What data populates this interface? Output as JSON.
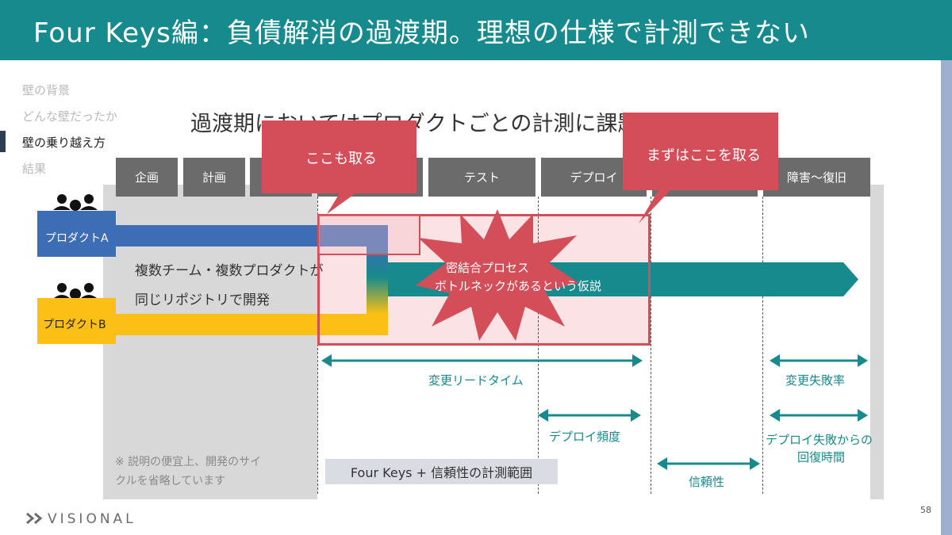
{
  "header": {
    "title": "Four Keys編：負債解消の過渡期。理想の仕様で計測できない"
  },
  "toc": {
    "items": [
      {
        "label": "壁の背景"
      },
      {
        "label": "どんな壁だったか"
      },
      {
        "label": "壁の乗り越え方",
        "active": true
      },
      {
        "label": "結果"
      }
    ]
  },
  "subtitle": "過渡期においてはプロダクトごとの計測に課題がある",
  "phases": [
    "企画",
    "計画",
    "",
    "",
    "テスト",
    "デプロイ",
    "",
    "障害〜復旧"
  ],
  "products": {
    "a": "プロダクトA",
    "b": "プロダクトB"
  },
  "team_text": {
    "line1": "複数チーム・複数プロダクトが",
    "line2": "同じリポジトリで開発"
  },
  "burst": {
    "line1": "密結合プロセス",
    "line2": "ボトルネックがあるという仮説"
  },
  "callouts": {
    "left": "ここも取る",
    "right": "まずはここを取る"
  },
  "metrics": {
    "lead_time": "変更リードタイム",
    "deploy_freq": "デプロイ頻度",
    "reliability": "信頼性",
    "change_failure": "変更失敗率",
    "recovery_line1": "デプロイ失敗からの",
    "recovery_line2": "回復時間"
  },
  "note": {
    "line1": "※ 説明の便宜上、開発のサイ",
    "line2": "クルを省略しています"
  },
  "range_label": "Four Keys + 信頼性の計測範囲",
  "footer": {
    "logo": "VISIONAL",
    "page": "58"
  },
  "colors": {
    "header": "#168a8c",
    "accent_red": "#d44e5a",
    "product_a": "#3d6db5",
    "product_b": "#fbbf15",
    "phase_box": "#6b6b6b"
  },
  "icons": [
    "team-icon",
    "arrow-icon",
    "burst-shape",
    "logo-chevron-icon"
  ]
}
